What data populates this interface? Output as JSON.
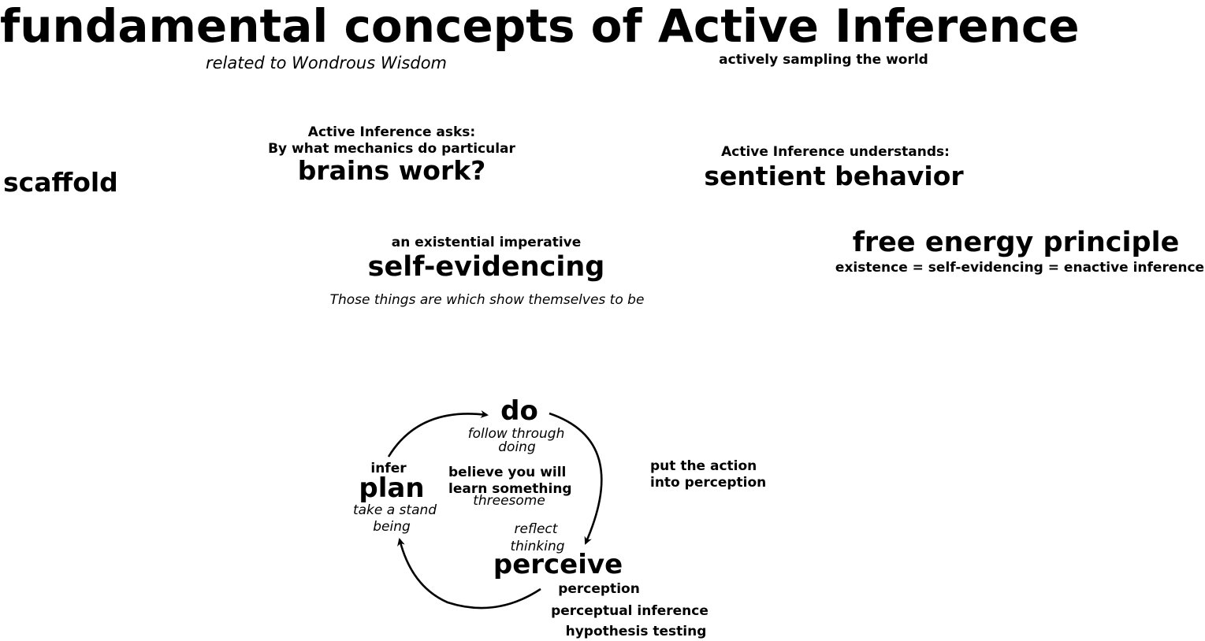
{
  "title": "fundamental concepts of Active Inference",
  "subtitle": "related to Wondrous Wisdom",
  "scaffold": "scaffold",
  "asks": {
    "intro": "Active Inference asks:",
    "mechanics": "By what mechanics do particular",
    "question": "brains work?"
  },
  "sampling": "actively sampling the world",
  "understands": {
    "intro": "Active Inference understands:",
    "subject": "sentient behavior"
  },
  "self_evidencing": {
    "kicker": "an existential imperative",
    "term": "self-evidencing",
    "quote": "Those things are which show themselves to be"
  },
  "fep": {
    "term": "free energy principle",
    "equation": "existence = self-evidencing = enactive inference"
  },
  "cycle": {
    "do": {
      "label": "do",
      "line1": "follow through",
      "line2": "doing"
    },
    "plan": {
      "kicker": "infer",
      "label": "plan",
      "line1": "take a stand",
      "line2": "being"
    },
    "center": {
      "line1": "believe you will",
      "line2": "learn something",
      "line3": "threesome"
    },
    "reflect": {
      "line1": "reflect",
      "line2": "thinking"
    },
    "perceive": {
      "label": "perceive",
      "line1": "perception",
      "line2": "perceptual inference",
      "line3": "hypothesis testing"
    },
    "side_note": {
      "line1": "put the action",
      "line2": "into perception"
    }
  }
}
